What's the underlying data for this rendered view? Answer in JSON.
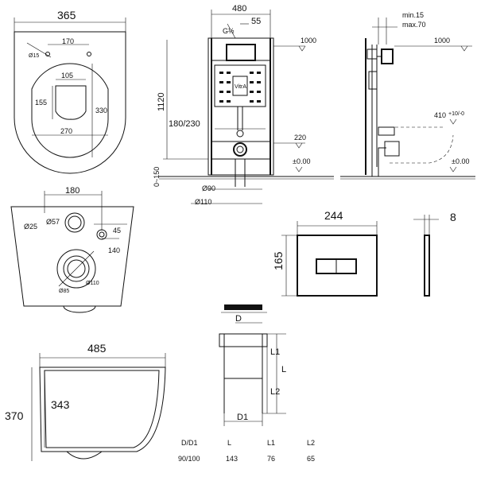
{
  "top_view": {
    "width": "365",
    "holes_dist": "170",
    "hole_dia": "Ø15",
    "seat_w": "105",
    "seat_h": "155",
    "bowl_depth": "330",
    "bowl_w": "270"
  },
  "frame_front": {
    "width": "480",
    "offset": "55",
    "pipe_size": "G½",
    "height": "1120",
    "level_1000": "1000",
    "spacing": "180/230",
    "level_220": "220",
    "level_0": "±0.00",
    "range": "0~150",
    "dia_90": "Ø90",
    "dia_110": "Ø110"
  },
  "frame_side": {
    "min": "min.15",
    "max": "max.70",
    "level_1000": "1000",
    "level_410": "410",
    "level_410_tol": "+10/-0",
    "level_0": "±0.00"
  },
  "bottom_view": {
    "dist_180": "180",
    "dia_25": "Ø25",
    "dia_57": "Ø57",
    "dim_45": "45",
    "dim_140": "140",
    "dia_110": "Ø110",
    "dia_85": "Ø85"
  },
  "button": {
    "width": "244",
    "height": "165",
    "depth": "8",
    "brand": "VitrA"
  },
  "side_bowl": {
    "length": "485",
    "height_inner": "343",
    "height_total": "370"
  },
  "connector": {
    "label_D": "D",
    "label_L": "L",
    "label_L1": "L1",
    "label_L2": "L2",
    "label_D1": "D1"
  },
  "conn_table": {
    "headers": [
      "D/D1",
      "L",
      "L1",
      "L2"
    ],
    "row": [
      "90/100",
      "143",
      "76",
      "65"
    ]
  }
}
